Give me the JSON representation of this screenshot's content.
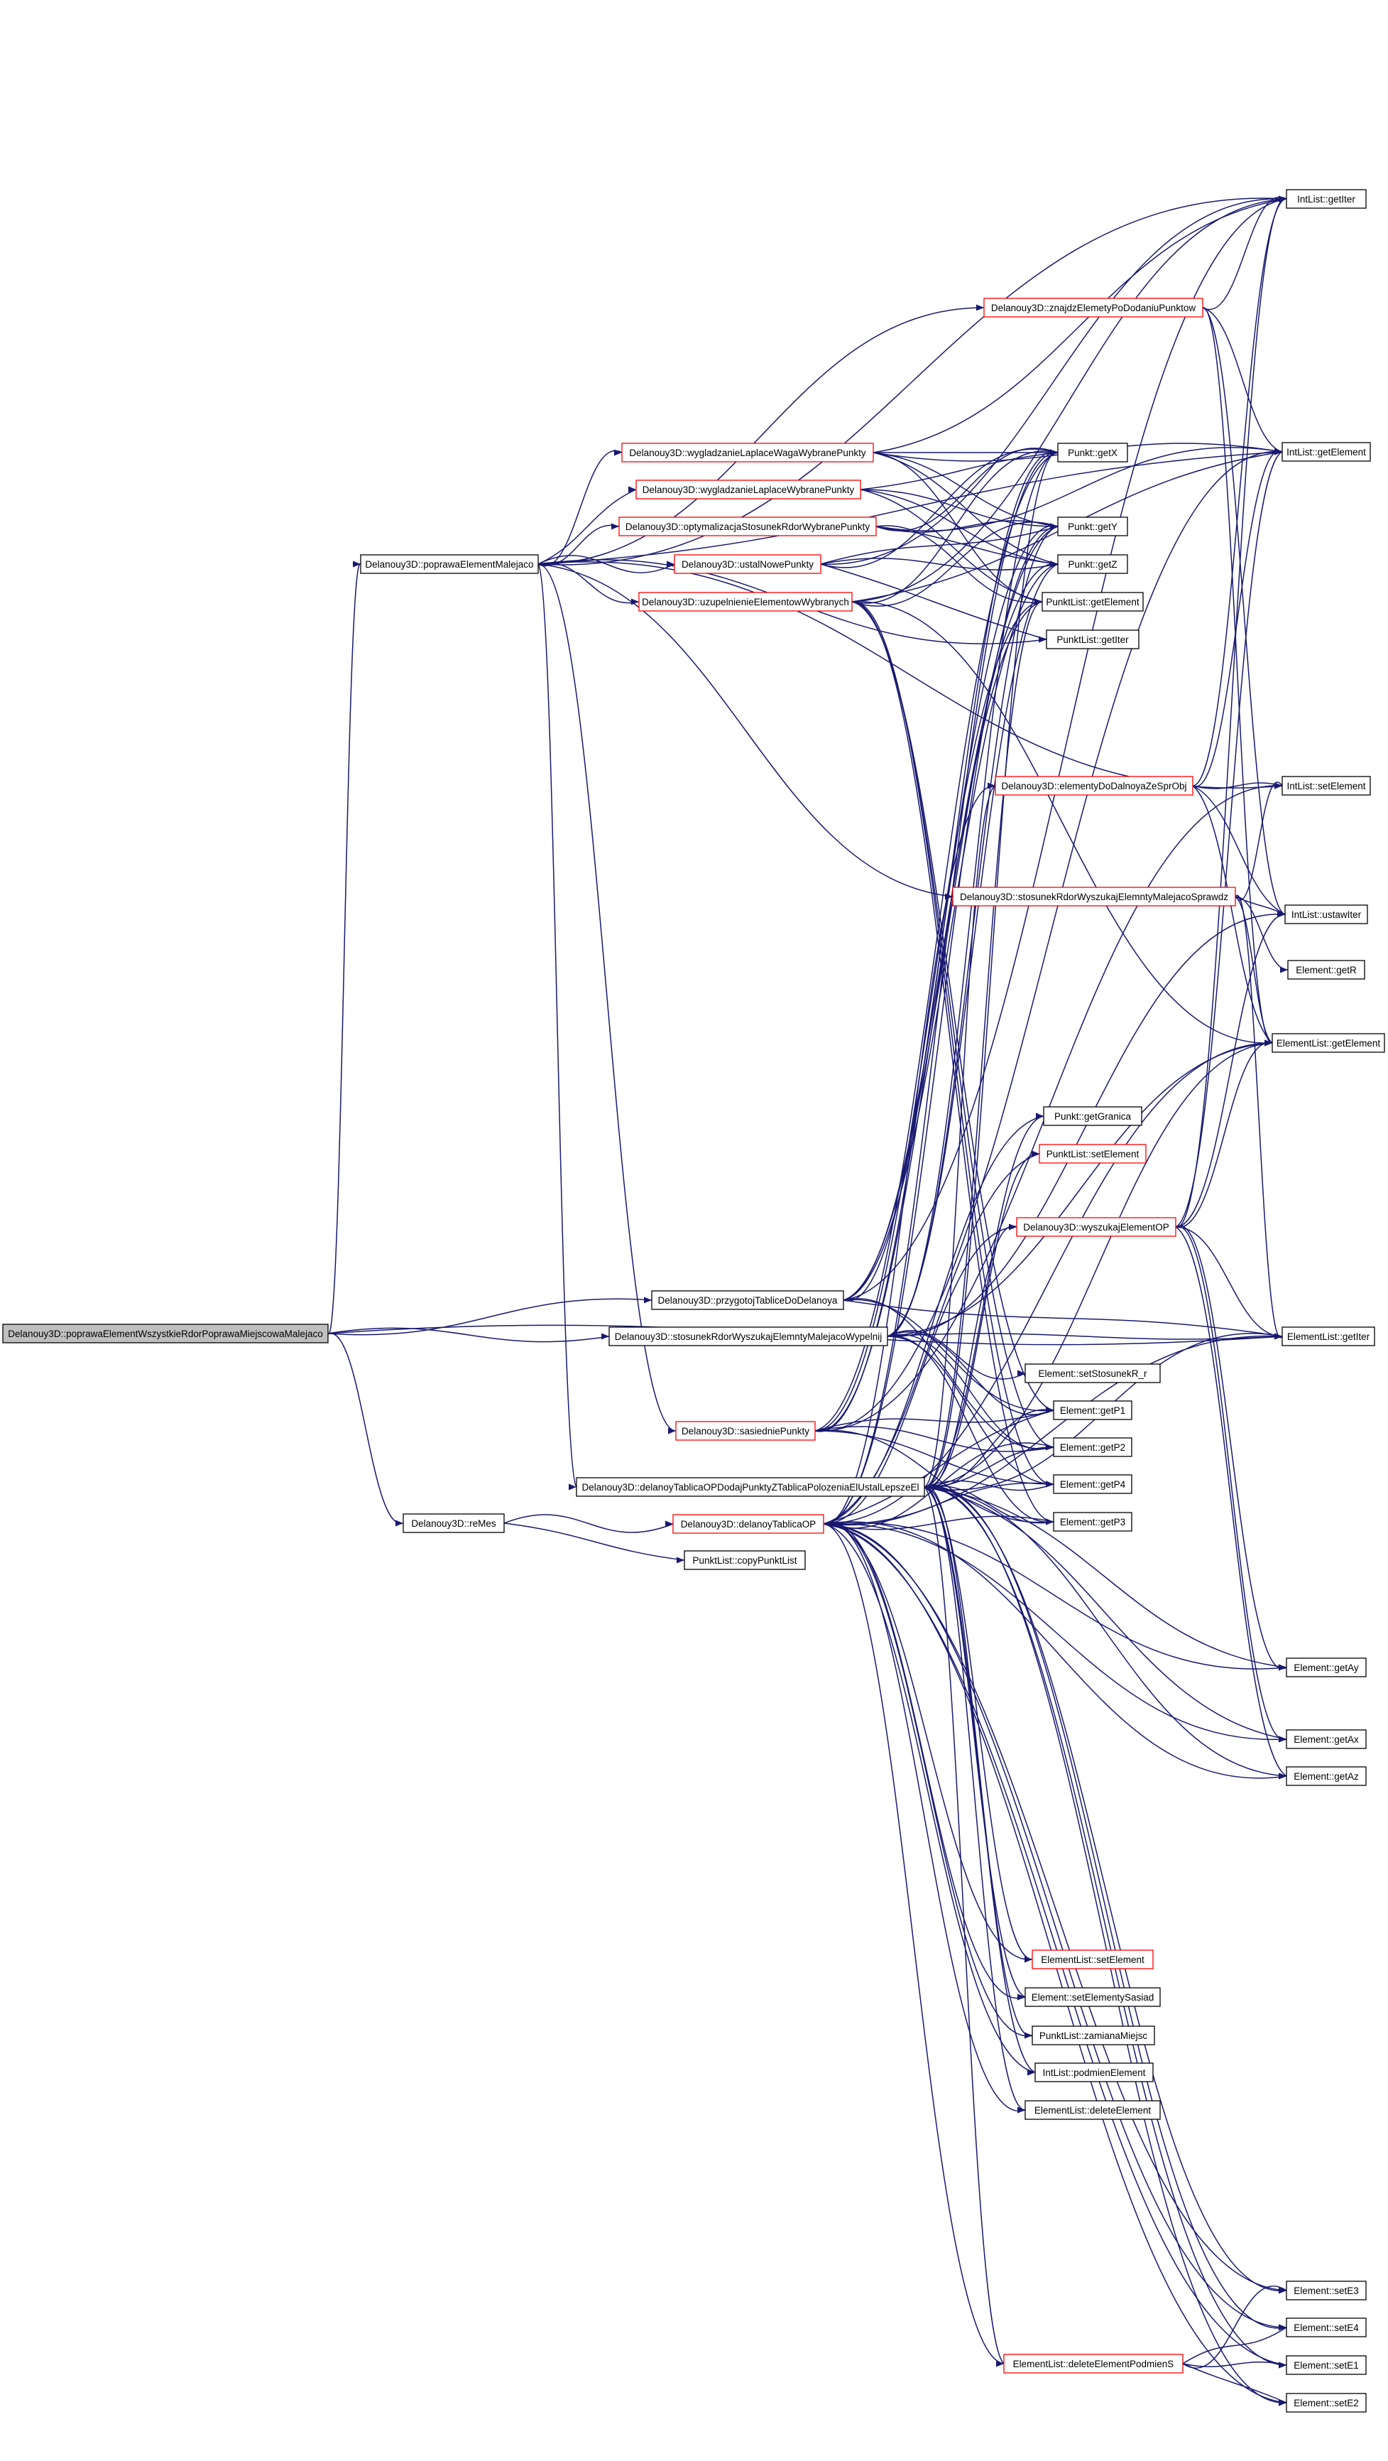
{
  "diagram": {
    "title": "",
    "colors": {
      "edge": "#191970",
      "root_fill": "#bfbfbf",
      "normal_border": "#000000",
      "truncated_border": "#ff0000",
      "node_fill": "#ffffff",
      "text": "#000000"
    },
    "nodes": [
      {
        "id": "root",
        "label": "Delanouy3D::poprawaElementWszystkieRdorPoprawaMiejscowaMalejaco",
        "kind": "root"
      },
      {
        "id": "popElMal",
        "label": "Delanouy3D::poprawaElementMalejaco",
        "kind": "normal"
      },
      {
        "id": "przyg",
        "label": "Delanouy3D::przygotojTabliceDoDelanoya",
        "kind": "normal"
      },
      {
        "id": "stosWyp",
        "label": "Delanouy3D::stosunekRdorWyszukajElemntyMalejacoWypelnij",
        "kind": "normal"
      },
      {
        "id": "delTabOP",
        "label": "Delanouy3D::delanoyTablicaOPDodajPunktyZTablicaPolozeniaElUstalLepszeEl",
        "kind": "normal"
      },
      {
        "id": "reMes",
        "label": "Delanouy3D::reMes",
        "kind": "normal"
      },
      {
        "id": "wyglWaga",
        "label": "Delanouy3D::wygladzanieLaplaceWagaWybranePunkty",
        "kind": "truncated"
      },
      {
        "id": "wygl",
        "label": "Delanouy3D::wygladzanieLaplaceWybranePunkty",
        "kind": "truncated"
      },
      {
        "id": "optym",
        "label": "Delanouy3D::optymalizacjaStosunekRdorWybranePunkty",
        "kind": "truncated"
      },
      {
        "id": "ustal",
        "label": "Delanouy3D::ustalNowePunkty",
        "kind": "truncated"
      },
      {
        "id": "uzup",
        "label": "Delanouy3D::uzupelnienieElementowWybranych",
        "kind": "truncated"
      },
      {
        "id": "znajdz",
        "label": "Delanouy3D::znajdzElemetyPoDodaniuPunktow",
        "kind": "truncated"
      },
      {
        "id": "elemDoDel",
        "label": "Delanouy3D::elementyDoDalnoyaZeSprObj",
        "kind": "truncated"
      },
      {
        "id": "stosSpr",
        "label": "Delanouy3D::stosunekRdorWyszukajElemntyMalejacoSprawdz",
        "kind": "truncated"
      },
      {
        "id": "wyszukaj",
        "label": "Delanouy3D::wyszukajElementOP",
        "kind": "truncated"
      },
      {
        "id": "sasied",
        "label": "Delanouy3D::sasiedniePunkty",
        "kind": "truncated"
      },
      {
        "id": "delTab",
        "label": "Delanouy3D::delanoyTablicaOP",
        "kind": "truncated"
      },
      {
        "id": "copyPL",
        "label": "PunktList::copyPunktList",
        "kind": "normal"
      },
      {
        "id": "ilGetIter",
        "label": "IntList::getIter",
        "kind": "normal"
      },
      {
        "id": "ilGetEl",
        "label": "IntList::getElement",
        "kind": "normal"
      },
      {
        "id": "ilSetEl",
        "label": "IntList::setElement",
        "kind": "normal"
      },
      {
        "id": "ilUst",
        "label": "IntList::ustawIter",
        "kind": "normal"
      },
      {
        "id": "elGetR",
        "label": "Element::getR",
        "kind": "normal"
      },
      {
        "id": "elLGetEl",
        "label": "ElementList::getElement",
        "kind": "normal"
      },
      {
        "id": "elLGetIter",
        "label": "ElementList::getIter",
        "kind": "normal"
      },
      {
        "id": "pGetX",
        "label": "Punkt::getX",
        "kind": "normal"
      },
      {
        "id": "pGetY",
        "label": "Punkt::getY",
        "kind": "normal"
      },
      {
        "id": "pGetZ",
        "label": "Punkt::getZ",
        "kind": "normal"
      },
      {
        "id": "plGetEl",
        "label": "PunktList::getElement",
        "kind": "normal"
      },
      {
        "id": "plGetIter",
        "label": "PunktList::getIter",
        "kind": "normal"
      },
      {
        "id": "pGetGr",
        "label": "Punkt::getGranica",
        "kind": "normal"
      },
      {
        "id": "plSetEl",
        "label": "PunktList::setElement",
        "kind": "truncated"
      },
      {
        "id": "elSetStos",
        "label": "Element::setStosunekR_r",
        "kind": "normal"
      },
      {
        "id": "elGetP1",
        "label": "Element::getP1",
        "kind": "normal"
      },
      {
        "id": "elGetP2",
        "label": "Element::getP2",
        "kind": "normal"
      },
      {
        "id": "elGetP4",
        "label": "Element::getP4",
        "kind": "normal"
      },
      {
        "id": "elGetP3",
        "label": "Element::getP3",
        "kind": "normal"
      },
      {
        "id": "elGetAy",
        "label": "Element::getAy",
        "kind": "normal"
      },
      {
        "id": "elGetAx",
        "label": "Element::getAx",
        "kind": "normal"
      },
      {
        "id": "elGetAz",
        "label": "Element::getAz",
        "kind": "normal"
      },
      {
        "id": "elLSetEl",
        "label": "ElementList::setElement",
        "kind": "truncated"
      },
      {
        "id": "elSetSas",
        "label": "Element::setElementySasiad",
        "kind": "normal"
      },
      {
        "id": "plZam",
        "label": "PunktList::zamianaMiejsc",
        "kind": "normal"
      },
      {
        "id": "ilPodm",
        "label": "IntList::podmienElement",
        "kind": "normal"
      },
      {
        "id": "elLDel",
        "label": "ElementList::deleteElement",
        "kind": "normal"
      },
      {
        "id": "elLDelPod",
        "label": "ElementList::deleteElementPodmienS",
        "kind": "truncated"
      },
      {
        "id": "elSetE3",
        "label": "Element::setE3",
        "kind": "normal"
      },
      {
        "id": "elSetE4",
        "label": "Element::setE4",
        "kind": "normal"
      },
      {
        "id": "elSetE1",
        "label": "Element::setE1",
        "kind": "normal"
      },
      {
        "id": "elSetE2",
        "label": "Element::setE2",
        "kind": "normal"
      }
    ],
    "edges": [
      [
        "root",
        "popElMal"
      ],
      [
        "root",
        "przyg"
      ],
      [
        "root",
        "stosWyp"
      ],
      [
        "root",
        "reMes"
      ],
      [
        "root",
        "elLGetIter"
      ],
      [
        "popElMal",
        "wyglWaga"
      ],
      [
        "popElMal",
        "wygl"
      ],
      [
        "popElMal",
        "optym"
      ],
      [
        "popElMal",
        "ustal"
      ],
      [
        "popElMal",
        "uzup"
      ],
      [
        "popElMal",
        "znajdz"
      ],
      [
        "popElMal",
        "stosSpr"
      ],
      [
        "popElMal",
        "sasied"
      ],
      [
        "popElMal",
        "delTabOP"
      ],
      [
        "popElMal",
        "ilGetIter"
      ],
      [
        "popElMal",
        "ilGetEl"
      ],
      [
        "popElMal",
        "plGetIter"
      ],
      [
        "popElMal",
        "ilSetEl"
      ],
      [
        "wyglWaga",
        "pGetX"
      ],
      [
        "wyglWaga",
        "pGetY"
      ],
      [
        "wyglWaga",
        "pGetZ"
      ],
      [
        "wyglWaga",
        "plGetEl"
      ],
      [
        "wyglWaga",
        "ilGetIter"
      ],
      [
        "wyglWaga",
        "ilGetEl"
      ],
      [
        "wygl",
        "pGetX"
      ],
      [
        "wygl",
        "pGetY"
      ],
      [
        "wygl",
        "pGetZ"
      ],
      [
        "wygl",
        "plGetEl"
      ],
      [
        "optym",
        "pGetX"
      ],
      [
        "optym",
        "pGetY"
      ],
      [
        "optym",
        "pGetZ"
      ],
      [
        "optym",
        "plGetEl"
      ],
      [
        "optym",
        "ilGetEl"
      ],
      [
        "ustal",
        "pGetX"
      ],
      [
        "ustal",
        "pGetY"
      ],
      [
        "ustal",
        "pGetZ"
      ],
      [
        "ustal",
        "ilGetIter"
      ],
      [
        "ustal",
        "plGetIter"
      ],
      [
        "uzup",
        "pGetX"
      ],
      [
        "uzup",
        "pGetY"
      ],
      [
        "uzup",
        "ilGetIter"
      ],
      [
        "uzup",
        "ilGetEl"
      ],
      [
        "uzup",
        "elLGetEl"
      ],
      [
        "uzup",
        "elGetP1"
      ],
      [
        "uzup",
        "elGetP2"
      ],
      [
        "uzup",
        "elGetP3"
      ],
      [
        "uzup",
        "elGetP4"
      ],
      [
        "znajdz",
        "ilGetIter"
      ],
      [
        "znajdz",
        "ilGetEl"
      ],
      [
        "znajdz",
        "ilUst"
      ],
      [
        "znajdz",
        "elLGetEl"
      ],
      [
        "elemDoDel",
        "ilSetEl"
      ],
      [
        "elemDoDel",
        "ilUst"
      ],
      [
        "elemDoDel",
        "elLGetEl"
      ],
      [
        "elemDoDel",
        "ilGetIter"
      ],
      [
        "elemDoDel",
        "ilGetEl"
      ],
      [
        "stosSpr",
        "ilSetEl"
      ],
      [
        "stosSpr",
        "ilUst"
      ],
      [
        "stosSpr",
        "elGetR"
      ],
      [
        "stosSpr",
        "elLGetEl"
      ],
      [
        "stosSpr",
        "elLGetIter"
      ],
      [
        "wyszukaj",
        "ilGetIter"
      ],
      [
        "wyszukaj",
        "ilGetEl"
      ],
      [
        "wyszukaj",
        "ilUst"
      ],
      [
        "wyszukaj",
        "elLGetEl"
      ],
      [
        "wyszukaj",
        "elLGetIter"
      ],
      [
        "wyszukaj",
        "elGetAy"
      ],
      [
        "wyszukaj",
        "elGetAx"
      ],
      [
        "wyszukaj",
        "elGetAz"
      ],
      [
        "przyg",
        "pGetX"
      ],
      [
        "przyg",
        "pGetY"
      ],
      [
        "przyg",
        "pGetZ"
      ],
      [
        "przyg",
        "plGetEl"
      ],
      [
        "przyg",
        "ilGetIter"
      ],
      [
        "przyg",
        "elGetP1"
      ],
      [
        "przyg",
        "elGetP2"
      ],
      [
        "przyg",
        "elLGetIter"
      ],
      [
        "stosWyp",
        "elSetStos"
      ],
      [
        "stosWyp",
        "elGetP1"
      ],
      [
        "stosWyp",
        "elGetP2"
      ],
      [
        "stosWyp",
        "elGetP3"
      ],
      [
        "stosWyp",
        "elGetP4"
      ],
      [
        "stosWyp",
        "pGetX"
      ],
      [
        "stosWyp",
        "pGetY"
      ],
      [
        "stosWyp",
        "pGetZ"
      ],
      [
        "stosWyp",
        "elLGetIter"
      ],
      [
        "stosWyp",
        "ilUst"
      ],
      [
        "stosWyp",
        "elLGetEl"
      ],
      [
        "sasied",
        "pGetX"
      ],
      [
        "sasied",
        "pGetY"
      ],
      [
        "sasied",
        "pGetZ"
      ],
      [
        "sasied",
        "plGetEl"
      ],
      [
        "sasied",
        "elGetP1"
      ],
      [
        "sasied",
        "elGetP2"
      ],
      [
        "sasied",
        "elGetP3"
      ],
      [
        "sasied",
        "elGetP4"
      ],
      [
        "sasied",
        "ilSetEl"
      ],
      [
        "sasied",
        "ilGetEl"
      ],
      [
        "delTabOP",
        "pGetGr"
      ],
      [
        "delTabOP",
        "plSetEl"
      ],
      [
        "delTabOP",
        "wyszukaj"
      ],
      [
        "delTabOP",
        "elemDoDel"
      ],
      [
        "delTabOP",
        "elGetP1"
      ],
      [
        "delTabOP",
        "elGetP2"
      ],
      [
        "delTabOP",
        "elGetP3"
      ],
      [
        "delTabOP",
        "elGetP4"
      ],
      [
        "delTabOP",
        "elLGetIter"
      ],
      [
        "delTabOP",
        "elLGetEl"
      ],
      [
        "delTabOP",
        "elGetAy"
      ],
      [
        "delTabOP",
        "elGetAx"
      ],
      [
        "delTabOP",
        "elGetAz"
      ],
      [
        "delTabOP",
        "elLSetEl"
      ],
      [
        "delTabOP",
        "elSetSas"
      ],
      [
        "delTabOP",
        "plZam"
      ],
      [
        "delTabOP",
        "ilPodm"
      ],
      [
        "delTabOP",
        "elLDel"
      ],
      [
        "delTabOP",
        "elLDelPod"
      ],
      [
        "delTabOP",
        "elSetE1"
      ],
      [
        "delTabOP",
        "elSetE2"
      ],
      [
        "delTabOP",
        "elSetE3"
      ],
      [
        "delTabOP",
        "elSetE4"
      ],
      [
        "delTabOP",
        "plGetEl"
      ],
      [
        "delTabOP",
        "pGetX"
      ],
      [
        "reMes",
        "delTab"
      ],
      [
        "reMes",
        "copyPL"
      ],
      [
        "delTab",
        "pGetGr"
      ],
      [
        "delTab",
        "plSetEl"
      ],
      [
        "delTab",
        "wyszukaj"
      ],
      [
        "delTab",
        "elemDoDel"
      ],
      [
        "delTab",
        "elGetP1"
      ],
      [
        "delTab",
        "elGetP2"
      ],
      [
        "delTab",
        "elGetP3"
      ],
      [
        "delTab",
        "elGetP4"
      ],
      [
        "delTab",
        "elLGetIter"
      ],
      [
        "delTab",
        "elLGetEl"
      ],
      [
        "delTab",
        "elGetAy"
      ],
      [
        "delTab",
        "elGetAx"
      ],
      [
        "delTab",
        "elGetAz"
      ],
      [
        "delTab",
        "elLSetEl"
      ],
      [
        "delTab",
        "elSetSas"
      ],
      [
        "delTab",
        "plZam"
      ],
      [
        "delTab",
        "ilPodm"
      ],
      [
        "delTab",
        "elLDel"
      ],
      [
        "delTab",
        "elLDelPod"
      ],
      [
        "delTab",
        "elSetE1"
      ],
      [
        "delTab",
        "elSetE2"
      ],
      [
        "delTab",
        "elSetE3"
      ],
      [
        "delTab",
        "elSetE4"
      ],
      [
        "delTab",
        "pGetX"
      ],
      [
        "delTab",
        "pGetY"
      ],
      [
        "elLDelPod",
        "elSetE1"
      ],
      [
        "elLDelPod",
        "elSetE2"
      ],
      [
        "elLDelPod",
        "elSetE3"
      ],
      [
        "elLDelPod",
        "elSetE4"
      ]
    ]
  }
}
